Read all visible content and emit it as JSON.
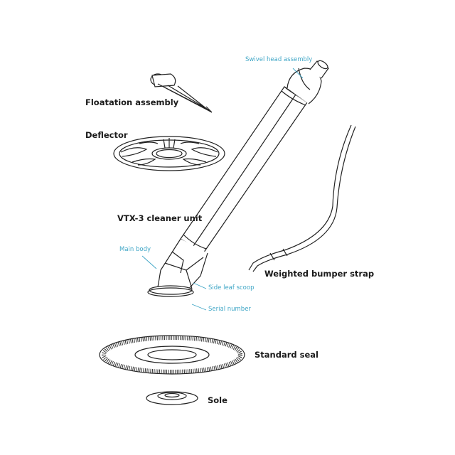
{
  "labels": {
    "floatation": "Floatation assembly",
    "deflector": "Deflector",
    "cleaner_unit": "VTX-3 cleaner unit",
    "bumper_strap": "Weighted bumper strap",
    "standard_seal": "Standard seal",
    "sole": "Sole"
  },
  "callouts": {
    "swivel_head": "Swivel head assembly",
    "main_body": "Main body",
    "side_leaf_scoop": "Side leaf scoop",
    "serial_number": "Serial number"
  },
  "colors": {
    "callout": "#3fa6c6",
    "line": "#222222"
  }
}
